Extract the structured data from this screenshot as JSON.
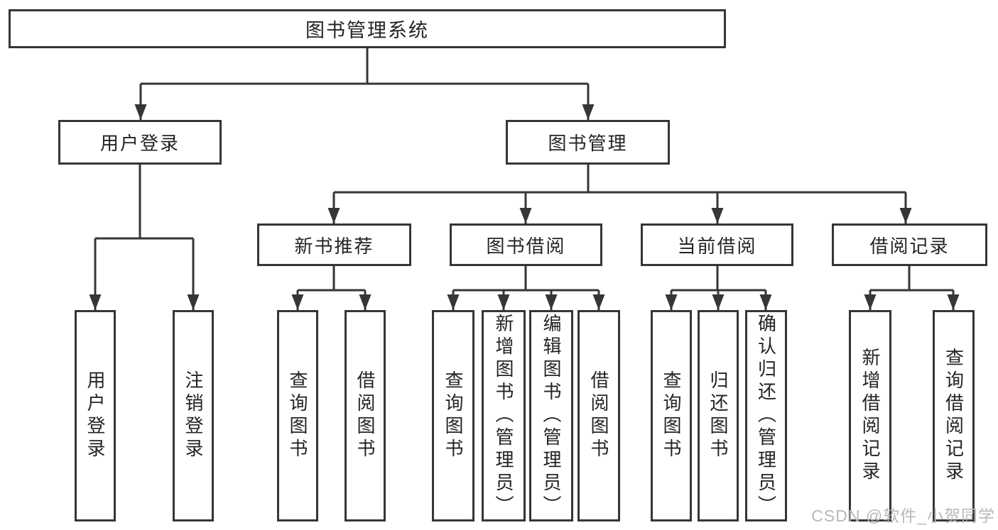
{
  "title": "图书管理系统",
  "labels": {
    "root": "图书管理系统",
    "level2": [
      "用户登录",
      "图书管理"
    ],
    "level3": [
      "新书推荐",
      "图书借阅",
      "当前借阅",
      "借阅记录"
    ],
    "leaves_login": [
      "用户登录",
      "注销登录"
    ],
    "leaves_recommend": [
      "查询图书",
      "借阅图书"
    ],
    "leaves_borrow": [
      "查询图书",
      "新增图书（管理员）",
      "编辑图书（管理员）",
      "借阅图书"
    ],
    "leaves_current": [
      "查询图书",
      "归还图书",
      "确认归还（管理员）"
    ],
    "leaves_record": [
      "新增借阅记录",
      "查询借阅记录"
    ]
  },
  "hierarchy": {
    "root": "图书管理系统",
    "children": [
      {
        "label": "用户登录",
        "children": [
          "用户登录",
          "注销登录"
        ]
      },
      {
        "label": "图书管理",
        "children": [
          {
            "label": "新书推荐",
            "children": [
              "查询图书",
              "借阅图书"
            ]
          },
          {
            "label": "图书借阅",
            "children": [
              "查询图书",
              "新增图书（管理员）",
              "编辑图书（管理员）",
              "借阅图书"
            ]
          },
          {
            "label": "当前借阅",
            "children": [
              "查询图书",
              "归还图书",
              "确认归还（管理员）"
            ]
          },
          {
            "label": "借阅记录",
            "children": [
              "新增借阅记录",
              "查询借阅记录"
            ]
          }
        ]
      }
    ]
  },
  "watermark": {
    "text": "CSDN @软件_小贺同学"
  },
  "colors": {
    "line": "#363636",
    "box_border": "#363636",
    "text": "#242424",
    "watermark": "#b8b8b8",
    "background": "#ffffff"
  }
}
